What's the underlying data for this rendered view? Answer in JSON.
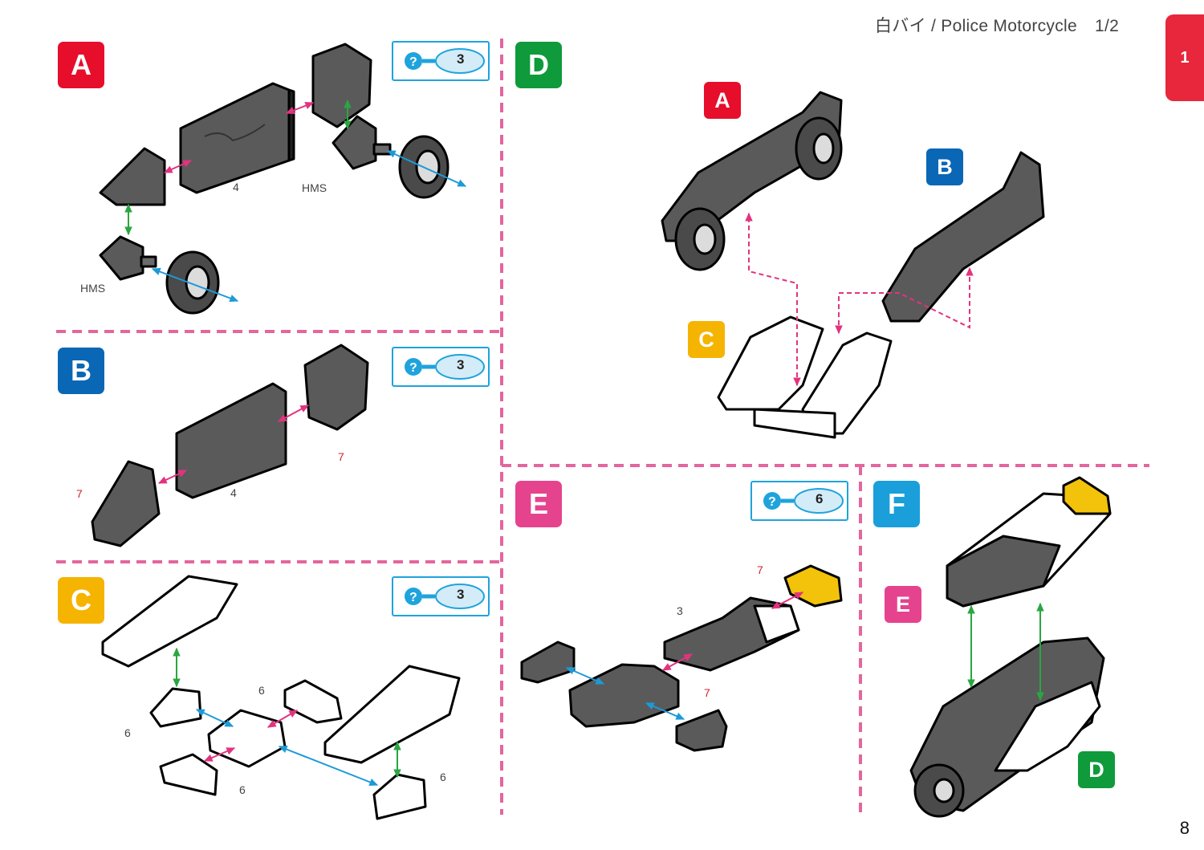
{
  "header": {
    "title": "白バイ / Police Motorcycle",
    "page_of": "1/2"
  },
  "chapter_tab": "1",
  "page_number": "8",
  "colors": {
    "A": "#e60e2b",
    "B": "#0a67b5",
    "C": "#f5b400",
    "D": "#0f9a3b",
    "E": "#e6438f",
    "F": "#1a9fdb",
    "divider": "#e4669e",
    "hint": "#1fa3dc",
    "part_dark": "#5a5a5a",
    "part_yellow": "#f3c20b",
    "arrow_magenta": "#e2337f",
    "arrow_green": "#2aa640",
    "arrow_blue": "#1d9ad6"
  },
  "steps": {
    "A": {
      "label": "A",
      "hint_count": "3",
      "parts": [
        "4",
        "HMS",
        "HMS"
      ]
    },
    "B": {
      "label": "B",
      "hint_count": "3",
      "parts": [
        "7",
        "4",
        "7"
      ]
    },
    "C": {
      "label": "C",
      "hint_count": "3",
      "parts": [
        "6",
        "6",
        "6",
        "6"
      ]
    },
    "D": {
      "label": "D",
      "callouts": [
        "A",
        "B",
        "C"
      ]
    },
    "E": {
      "label": "E",
      "hint_count": "6",
      "parts": [
        "7",
        "3",
        "7"
      ]
    },
    "F": {
      "label": "F",
      "callouts": [
        "E",
        "D"
      ]
    }
  }
}
